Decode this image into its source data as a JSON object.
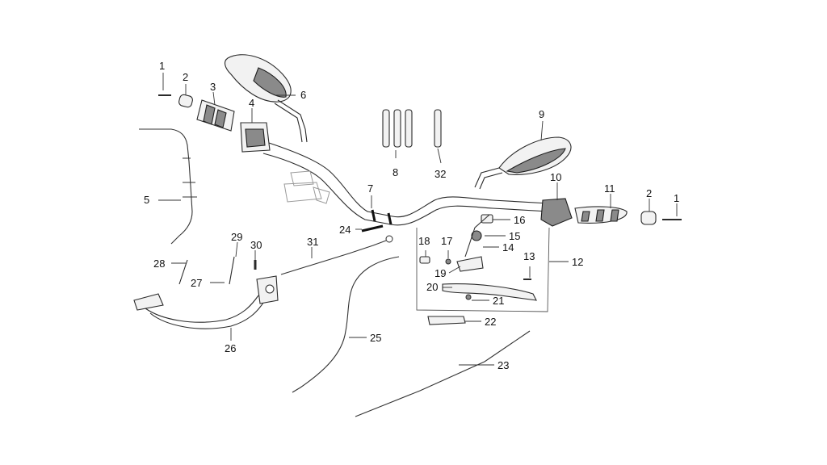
{
  "diagram": {
    "colors": {
      "line": "#2a2a2a",
      "fill": "#f2f2f2",
      "shade": "#8a8a8a",
      "background": "#ffffff"
    },
    "callouts": {
      "c1_left": "1",
      "c2_left": "2",
      "c3": "3",
      "c4": "4",
      "c5": "5",
      "c6": "6",
      "c7": "7",
      "c8": "8",
      "c9": "9",
      "c10": "10",
      "c11": "11",
      "c2_right": "2",
      "c1_right": "1",
      "c12": "12",
      "c13": "13",
      "c14": "14",
      "c15": "15",
      "c16": "16",
      "c17": "17",
      "c18": "18",
      "c19": "19",
      "c20": "20",
      "c21": "21",
      "c22": "22",
      "c23": "23",
      "c24": "24",
      "c25": "25",
      "c26": "26",
      "c27": "27",
      "c28": "28",
      "c29": "29",
      "c30": "30",
      "c31": "31",
      "c32": "32"
    }
  }
}
